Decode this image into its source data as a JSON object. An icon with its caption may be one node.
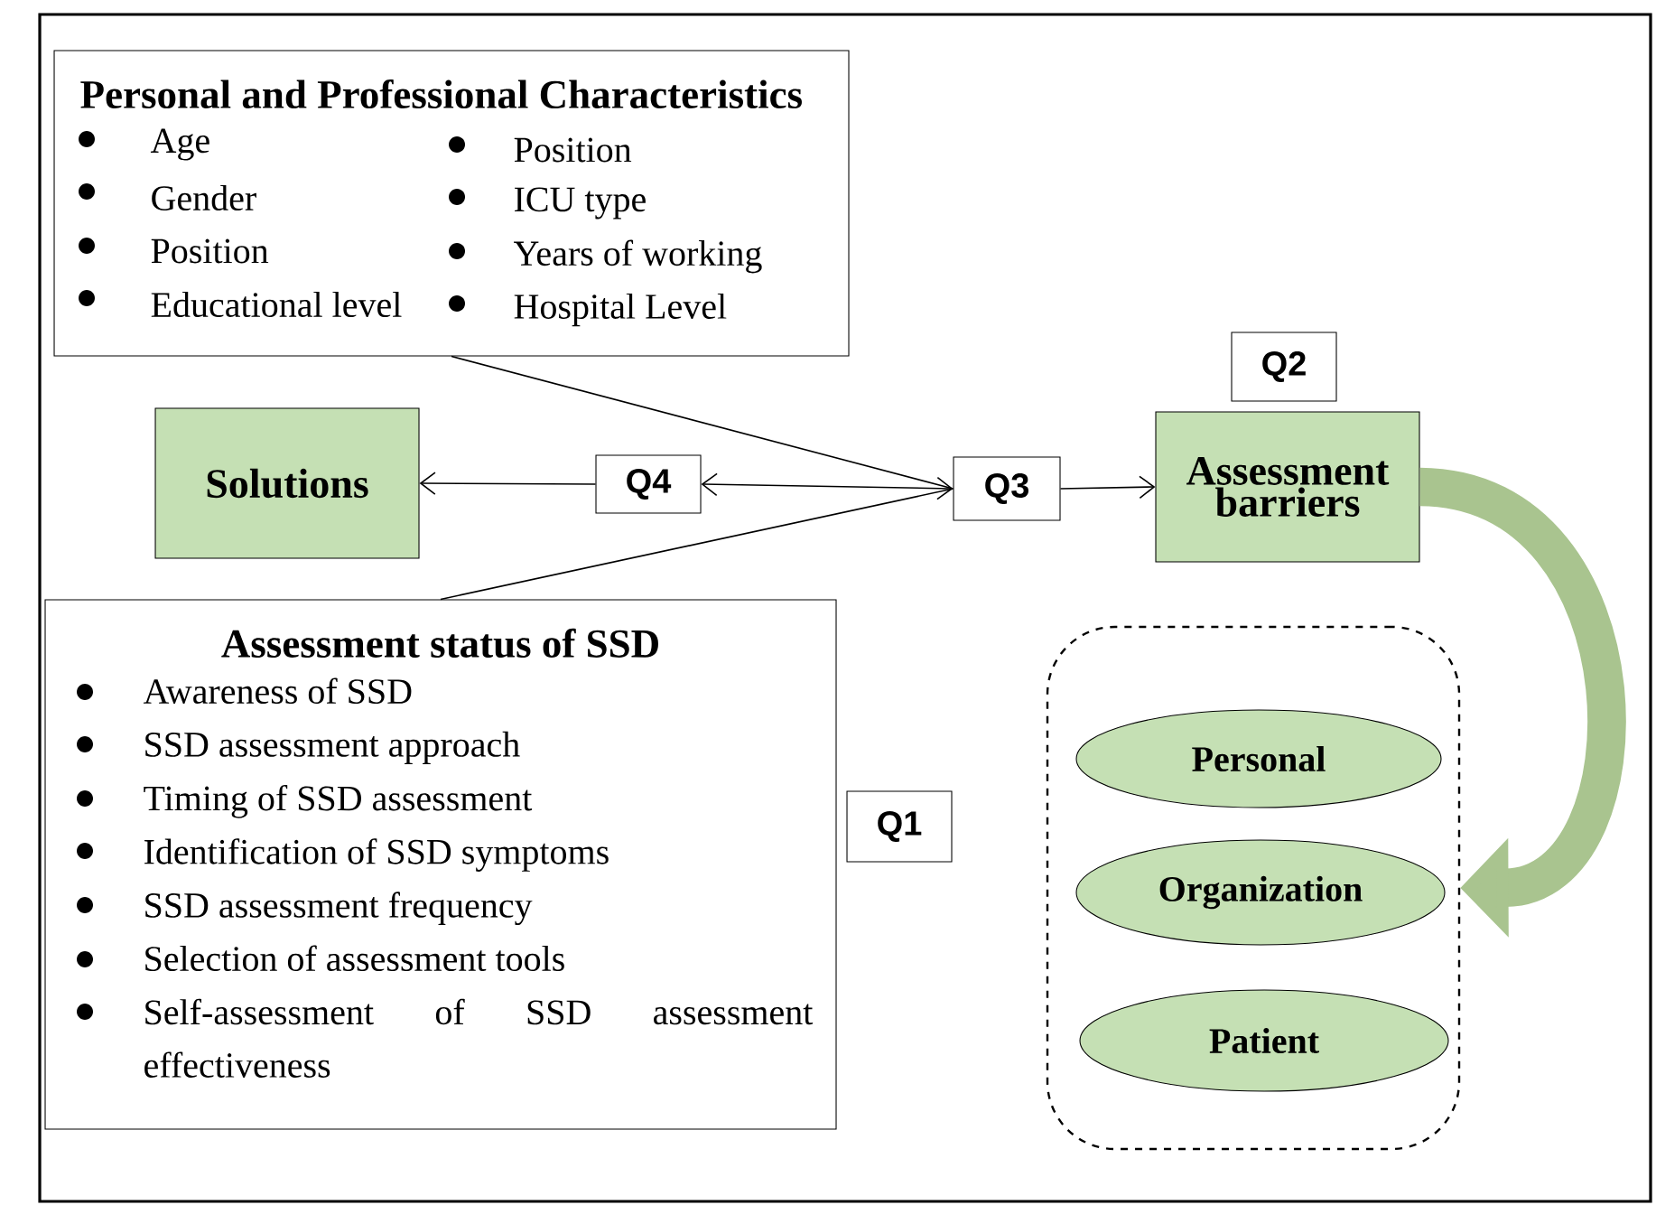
{
  "diagram": {
    "nodes": [
      {
        "text": [
          "Personal and Professional Characteristics",
          "Age",
          "Gender",
          "Position",
          "Educational level",
          "Position",
          "ICU type",
          "Years of working",
          "Hospital Level"
        ]
      },
      {
        "text": [
          "Solutions"
        ]
      },
      {
        "text": [
          "Q4"
        ]
      },
      {
        "text": [
          "Q3"
        ]
      },
      {
        "text": [
          "Assessment barriers"
        ]
      },
      {
        "text": [
          "Q2"
        ]
      },
      {
        "text": [
          "Assessment status of SSD",
          "Awareness of SSD",
          "SSD assessment approach",
          "Timing of SSD assessment",
          "Identification of SSD symptoms",
          "SSD assessment frequency",
          "Selection of assessment tools",
          "Self-assessment of SSD assessment effectiveness"
        ]
      },
      {
        "text": [
          "Q1"
        ]
      },
      {
        "text": [],
        "shape": "box"
      },
      {
        "text": [
          "Personal"
        ],
        "in": 8
      },
      {
        "text": [
          "Organization"
        ],
        "in": 8
      },
      {
        "text": [
          "Patient"
        ],
        "in": 8
      }
    ],
    "edges": [
      {
        "from": 0,
        "to": 3,
        "arrow": "none"
      },
      {
        "from": 6,
        "to": 3,
        "arrow": "none"
      },
      {
        "from": 2,
        "to": 1,
        "arrow": "to"
      },
      {
        "from": 2,
        "to": 3,
        "arrow": "both"
      },
      {
        "from": 3,
        "to": 4,
        "arrow": "to"
      },
      {
        "from": 4,
        "to": 8,
        "arrow": "to",
        "style": "thick",
        "color": "#a9c48f"
      }
    ]
  }
}
